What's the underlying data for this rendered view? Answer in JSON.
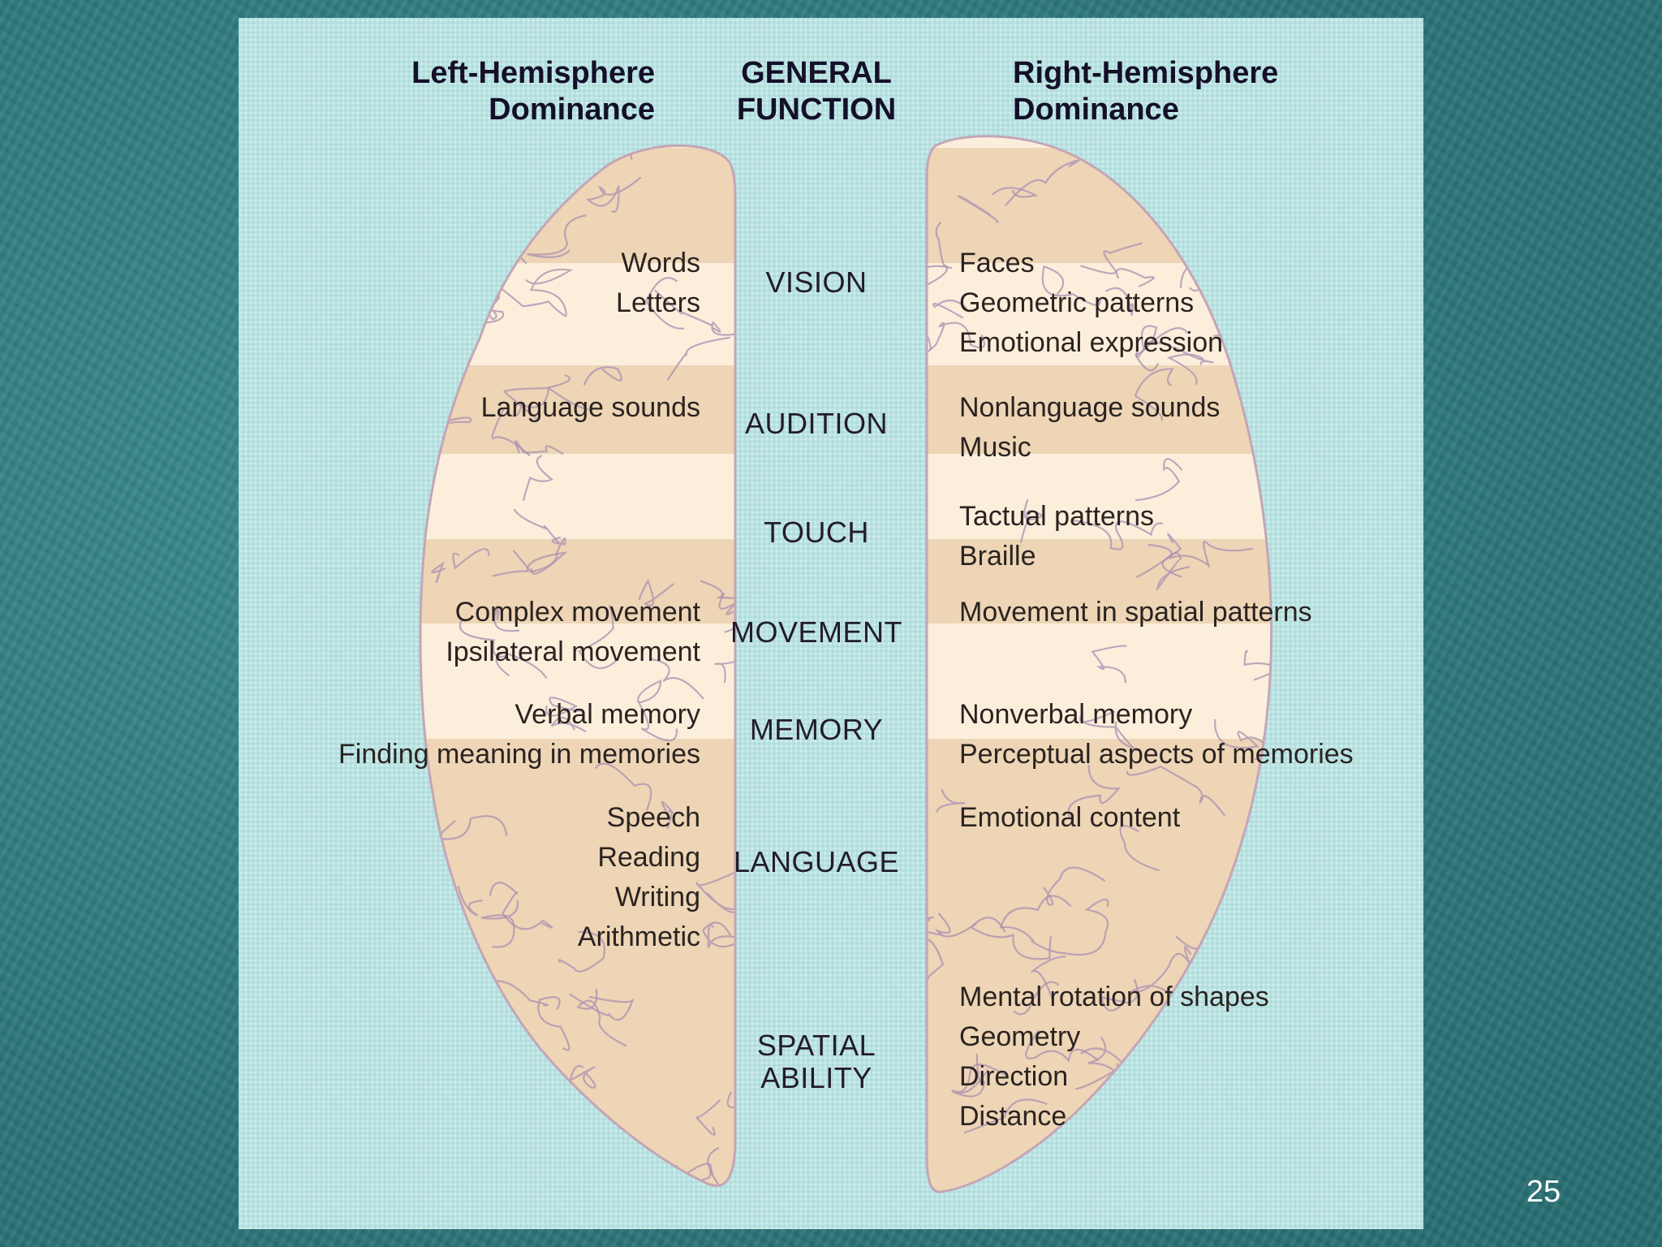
{
  "slide": {
    "number": "25"
  },
  "headers": {
    "left": [
      "Left-Hemisphere",
      "Dominance"
    ],
    "center": [
      "GENERAL",
      "FUNCTION"
    ],
    "right": [
      "Right-Hemisphere",
      "Dominance"
    ]
  },
  "rows": [
    {
      "function": [
        "VISION"
      ],
      "left": [
        "Words",
        "Letters"
      ],
      "right": [
        "Faces",
        "Geometric patterns",
        "Emotional expression"
      ]
    },
    {
      "function": [
        "AUDITION"
      ],
      "left": [
        "Language sounds"
      ],
      "right": [
        "Nonlanguage sounds",
        "Music"
      ]
    },
    {
      "function": [
        "TOUCH"
      ],
      "left": [],
      "right": [
        "Tactual patterns",
        "Braille"
      ]
    },
    {
      "function": [
        "MOVEMENT"
      ],
      "left": [
        "Complex movement",
        "Ipsilateral movement"
      ],
      "right": [
        "Movement in spatial patterns"
      ]
    },
    {
      "function": [
        "MEMORY"
      ],
      "left": [
        "Verbal memory",
        "Finding meaning in memories"
      ],
      "right": [
        "Nonverbal memory",
        "Perceptual aspects of memories"
      ]
    },
    {
      "function": [
        "LANGUAGE"
      ],
      "left": [
        "Speech",
        "Reading",
        "Writing",
        "Arithmetic"
      ],
      "right": [
        "Emotional content"
      ]
    },
    {
      "function": [
        "SPATIAL",
        "ABILITY"
      ],
      "left": [],
      "right": [
        "Mental rotation of shapes",
        "Geometry",
        "Direction",
        "Distance"
      ]
    }
  ],
  "colors": {
    "slide_background": "#2f7a7e",
    "panel_background": "#b9e3e2",
    "brain_light": "#fbefdc",
    "brain_shaded": "#ecd3b2",
    "brain_outline": "#c4a6b6",
    "sulci": "#a98fb0"
  }
}
